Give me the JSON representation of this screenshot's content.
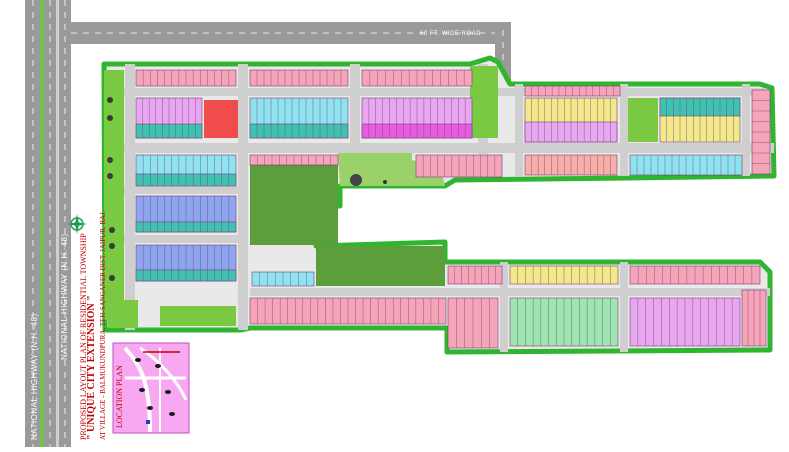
{
  "highway": {
    "label_outer": "NATIONAL HIGHWAY (N.H.-48)",
    "label_inner": "NATIONAL HIGHWAY (N.H.-48)",
    "top_road_label": "60 FT. WIDE ROAD"
  },
  "title_block": {
    "line1": "PROPOSED LAYOUT PLAN OF RESIDENTIAL TOWNSHIP",
    "line2": "\" UNIQUE CITY EXTENSION \"",
    "line3": "AT VILLAGE - BALMUKUNDPURA, TEH-SANGANER DIST. JAIPUR, RAJ."
  },
  "location_map": {
    "title": "LOCATION PLAN"
  },
  "colors": {
    "boundary": "#2fb52f",
    "road": "#d7d7d7",
    "park": "#7ac943",
    "park_dark": "#5c9e3c",
    "accent": "#c00000",
    "location_bg": "#f7a8f0"
  },
  "icons": [
    "compass-icon",
    "tree-icon"
  ]
}
